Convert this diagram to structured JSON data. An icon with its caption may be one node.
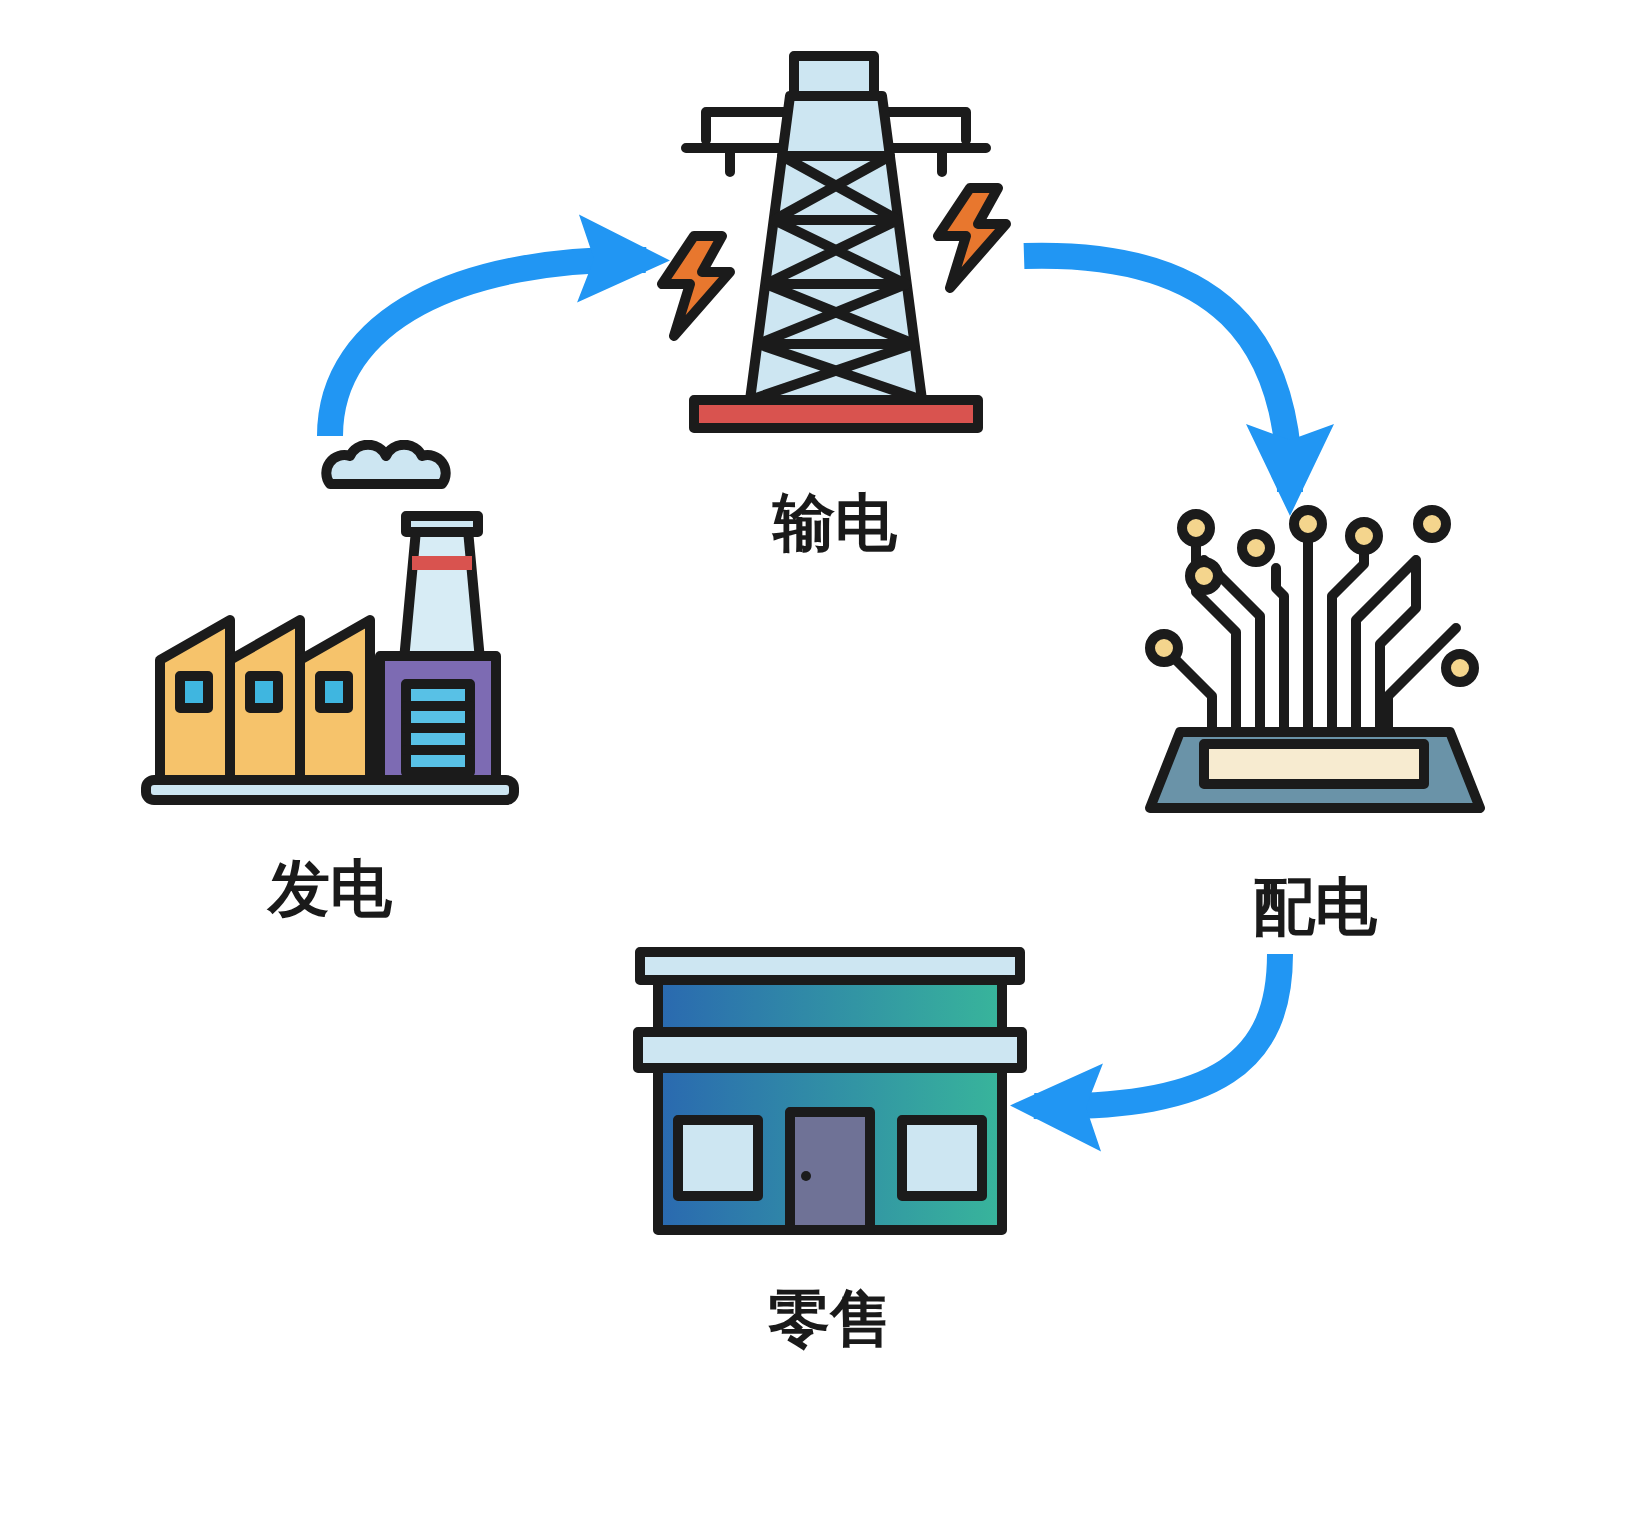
{
  "diagram": {
    "nodes": [
      {
        "text": [
          "发电"
        ]
      },
      {
        "text": [
          "输电"
        ]
      },
      {
        "text": [
          "配电"
        ]
      },
      {
        "text": [
          "零售"
        ]
      }
    ],
    "edges": [
      {
        "from": 0,
        "to": 1,
        "arrow": "to"
      },
      {
        "from": 1,
        "to": 2,
        "arrow": "to"
      },
      {
        "from": 2,
        "to": 3,
        "arrow": "to"
      }
    ]
  }
}
